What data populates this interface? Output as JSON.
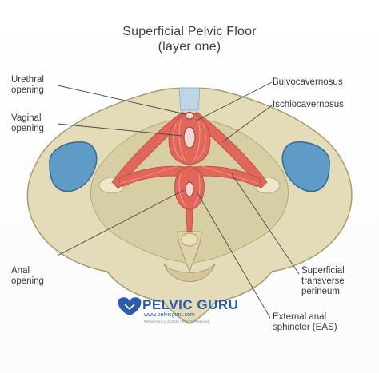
{
  "title": {
    "line1": "Superficial Pelvic Floor",
    "line2": "(layer one)"
  },
  "labels": {
    "urethral_opening": [
      "Urethral",
      "opening"
    ],
    "vaginal_opening": [
      "Vaginal",
      "opening"
    ],
    "anal_opening": [
      "Anal",
      "opening"
    ],
    "bulbocavernosus": "Bulvocavernosus",
    "ischiocavernosus": "Ischiocavernosus",
    "superficial_transverse_perineum": [
      "Superficial",
      "transverse",
      "perineum"
    ],
    "external_anal_sphincter": [
      "External anal",
      "sphincter (EAS)"
    ]
  },
  "brand": {
    "name": "PELVIC GURU",
    "url": "www.pelvicguru.com",
    "copyright": "Pelvic Guru LLC 2015 All rights reserved"
  },
  "colors": {
    "bone": "#e4dbb8",
    "bone_shadow": "#b9ad82",
    "muscle": "#e0675a",
    "muscle_light": "#f19a8d",
    "cartilage": "#5e9bc7",
    "brand_blue": "#2a5dab"
  },
  "icons": [
    "pelvic-guru-logo-icon"
  ]
}
